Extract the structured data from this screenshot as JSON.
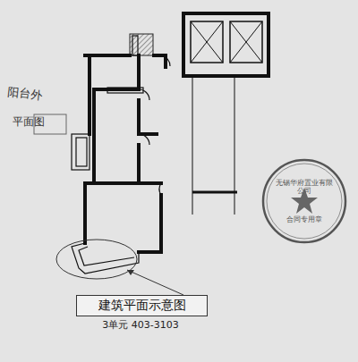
{
  "diagram": {
    "nodes": [
      {
        "text": [
          "建筑平面示意图"
        ]
      },
      {
        "text": [
          "无锡华府置业有限公司",
          "合同专用章"
        ]
      }
    ],
    "labels": [
      "3单元 403-3103",
      "阳台外",
      "平面图"
    ]
  }
}
